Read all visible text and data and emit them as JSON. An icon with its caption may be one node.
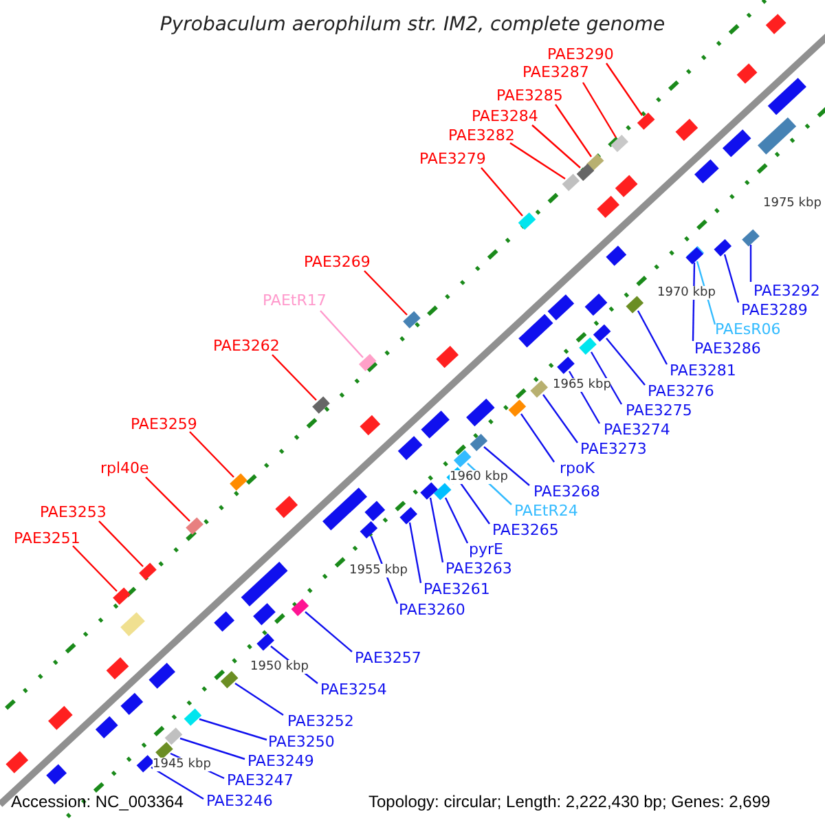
{
  "diagram": {
    "title": "Pyrobaculum aerophilum str. IM2, complete genome",
    "nodes": [
      {
        "text": [
          "PAE3290"
        ]
      },
      {
        "text": [],
        "shape": "box"
      },
      {
        "text": [
          "PAE3287"
        ]
      },
      {
        "text": [],
        "shape": "box"
      },
      {
        "text": [
          "PAE3285"
        ]
      },
      {
        "text": [],
        "shape": "box"
      },
      {
        "text": [
          "PAE3284"
        ]
      },
      {
        "text": [],
        "shape": "box"
      },
      {
        "text": [
          "PAE3282"
        ]
      },
      {
        "text": [],
        "shape": "box"
      },
      {
        "text": [
          "PAE3279"
        ]
      },
      {
        "text": [],
        "shape": "box"
      },
      {
        "text": [
          "PAE3269"
        ]
      },
      {
        "text": [],
        "shape": "box"
      },
      {
        "text": [
          "PAEtR17"
        ]
      },
      {
        "text": [],
        "shape": "box"
      },
      {
        "text": [
          "PAE3262"
        ]
      },
      {
        "text": [],
        "shape": "box"
      },
      {
        "text": [
          "PAE3259"
        ]
      },
      {
        "text": [],
        "shape": "box"
      },
      {
        "text": [
          "rpl40e"
        ]
      },
      {
        "text": [],
        "shape": "box"
      },
      {
        "text": [
          "PAE3253"
        ]
      },
      {
        "text": [],
        "shape": "box"
      },
      {
        "text": [
          "PAE3251"
        ]
      },
      {
        "text": [],
        "shape": "box"
      },
      {
        "text": [
          "PAE3292"
        ]
      },
      {
        "text": [],
        "shape": "box"
      },
      {
        "text": [
          "PAE3289"
        ]
      },
      {
        "text": [],
        "shape": "box"
      },
      {
        "text": [
          "PAEsR06"
        ]
      },
      {
        "text": [],
        "shape": "box"
      },
      {
        "text": [
          "PAE3286"
        ]
      },
      {
        "text": [],
        "shape": "box"
      },
      {
        "text": [
          "PAE3281"
        ]
      },
      {
        "text": [],
        "shape": "box"
      },
      {
        "text": [
          "PAE3276"
        ]
      },
      {
        "text": [],
        "shape": "box"
      },
      {
        "text": [
          "PAE3275"
        ]
      },
      {
        "text": [],
        "shape": "box"
      },
      {
        "text": [
          "PAE3274"
        ]
      },
      {
        "text": [],
        "shape": "box"
      },
      {
        "text": [
          "PAE3273"
        ]
      },
      {
        "text": [],
        "shape": "box"
      },
      {
        "text": [
          "rpoK"
        ]
      },
      {
        "text": [],
        "shape": "box"
      },
      {
        "text": [
          "PAE3268"
        ]
      },
      {
        "text": [],
        "shape": "box"
      },
      {
        "text": [
          "PAEtR24"
        ]
      },
      {
        "text": [],
        "shape": "box"
      },
      {
        "text": [
          "PAE3265"
        ]
      },
      {
        "text": [],
        "shape": "box"
      },
      {
        "text": [
          "pyrE"
        ]
      },
      {
        "text": [],
        "shape": "box"
      },
      {
        "text": [
          "PAE3263"
        ]
      },
      {
        "text": [],
        "shape": "box"
      },
      {
        "text": [
          "PAE3261"
        ]
      },
      {
        "text": [],
        "shape": "box"
      },
      {
        "text": [
          "PAE3260"
        ]
      },
      {
        "text": [],
        "shape": "box"
      },
      {
        "text": [
          "PAE3257"
        ]
      },
      {
        "text": [],
        "shape": "box"
      },
      {
        "text": [
          "PAE3254"
        ]
      },
      {
        "text": [],
        "shape": "box"
      },
      {
        "text": [
          "PAE3252"
        ]
      },
      {
        "text": [],
        "shape": "box"
      },
      {
        "text": [
          "PAE3250"
        ]
      },
      {
        "text": [],
        "shape": "box"
      },
      {
        "text": [
          "PAE3249"
        ]
      },
      {
        "text": [],
        "shape": "box"
      },
      {
        "text": [
          "PAE3247"
        ]
      },
      {
        "text": [],
        "shape": "box"
      },
      {
        "text": [
          "PAE3246"
        ]
      },
      {
        "text": [],
        "shape": "box"
      },
      {
        "text": [],
        "shape": "box"
      },
      {
        "text": [],
        "shape": "box"
      },
      {
        "text": [],
        "shape": "box"
      },
      {
        "text": [],
        "shape": "box"
      },
      {
        "text": [],
        "shape": "box"
      },
      {
        "text": [],
        "shape": "box"
      },
      {
        "text": [],
        "shape": "box"
      },
      {
        "text": [],
        "shape": "box"
      },
      {
        "text": [],
        "shape": "box"
      },
      {
        "text": [],
        "shape": "box"
      },
      {
        "text": [],
        "shape": "box"
      },
      {
        "text": [],
        "shape": "box"
      },
      {
        "text": [],
        "shape": "box"
      },
      {
        "text": [],
        "shape": "box"
      },
      {
        "text": [],
        "shape": "box"
      },
      {
        "text": [],
        "shape": "box"
      },
      {
        "text": [],
        "shape": "box"
      },
      {
        "text": [],
        "shape": "box"
      },
      {
        "text": [],
        "shape": "box"
      },
      {
        "text": [],
        "shape": "box"
      },
      {
        "text": [],
        "shape": "box"
      },
      {
        "text": [],
        "shape": "box"
      },
      {
        "text": [],
        "shape": "box"
      },
      {
        "text": [],
        "shape": "box"
      },
      {
        "text": [],
        "shape": "box"
      },
      {
        "text": [],
        "shape": "box"
      },
      {
        "text": [],
        "shape": "box"
      },
      {
        "text": [],
        "shape": "box"
      },
      {
        "text": [],
        "shape": "box"
      },
      {
        "text": [],
        "shape": "box"
      },
      {
        "text": [],
        "shape": "box"
      },
      {
        "text": [],
        "shape": "box"
      }
    ],
    "edges": [
      {
        "from": 0,
        "to": 1,
        "arrow": "none",
        "color": "#ff0000"
      },
      {
        "from": 2,
        "to": 3,
        "arrow": "none",
        "color": "#ff0000"
      },
      {
        "from": 4,
        "to": 5,
        "arrow": "none",
        "color": "#ff0000"
      },
      {
        "from": 6,
        "to": 7,
        "arrow": "none",
        "color": "#ff0000"
      },
      {
        "from": 8,
        "to": 9,
        "arrow": "none",
        "color": "#ff0000"
      },
      {
        "from": 10,
        "to": 11,
        "arrow": "none",
        "color": "#ff0000"
      },
      {
        "from": 12,
        "to": 13,
        "arrow": "none",
        "color": "#ff0000"
      },
      {
        "from": 14,
        "to": 15,
        "arrow": "none",
        "color": "#ff99cc"
      },
      {
        "from": 16,
        "to": 17,
        "arrow": "none",
        "color": "#ff0000"
      },
      {
        "from": 18,
        "to": 19,
        "arrow": "none",
        "color": "#ff0000"
      },
      {
        "from": 20,
        "to": 21,
        "arrow": "none",
        "color": "#ff0000"
      },
      {
        "from": 22,
        "to": 23,
        "arrow": "none",
        "color": "#ff0000"
      },
      {
        "from": 24,
        "to": 25,
        "arrow": "none",
        "color": "#ff0000"
      },
      {
        "from": 26,
        "to": 27,
        "arrow": "none"
      },
      {
        "from": 28,
        "to": 29,
        "arrow": "none"
      },
      {
        "from": 30,
        "to": 31,
        "arrow": "none",
        "color": "#33bbff"
      },
      {
        "from": 32,
        "to": 33,
        "arrow": "none"
      },
      {
        "from": 34,
        "to": 35,
        "arrow": "none"
      },
      {
        "from": 36,
        "to": 37,
        "arrow": "none"
      },
      {
        "from": 38,
        "to": 39,
        "arrow": "none"
      },
      {
        "from": 40,
        "to": 41,
        "arrow": "none"
      },
      {
        "from": 42,
        "to": 43,
        "arrow": "none"
      },
      {
        "from": 44,
        "to": 45,
        "arrow": "none"
      },
      {
        "from": 46,
        "to": 47,
        "arrow": "none"
      },
      {
        "from": 48,
        "to": 49,
        "arrow": "none",
        "color": "#33bbff"
      },
      {
        "from": 50,
        "to": 51,
        "arrow": "none"
      },
      {
        "from": 52,
        "to": 53,
        "arrow": "none"
      },
      {
        "from": 54,
        "to": 55,
        "arrow": "none"
      },
      {
        "from": 56,
        "to": 57,
        "arrow": "none"
      },
      {
        "from": 58,
        "to": 59,
        "arrow": "none"
      },
      {
        "from": 60,
        "to": 61,
        "arrow": "none"
      },
      {
        "from": 62,
        "to": 63,
        "arrow": "none"
      },
      {
        "from": 64,
        "to": 65,
        "arrow": "none"
      },
      {
        "from": 66,
        "to": 67,
        "arrow": "none"
      },
      {
        "from": 68,
        "to": 69,
        "arrow": "none"
      },
      {
        "from": 70,
        "to": 71,
        "arrow": "none"
      },
      {
        "from": 72,
        "to": 73,
        "arrow": "none"
      }
    ],
    "labels": [
      "1975 kbp",
      "1970 kbp",
      "1965 kbp",
      "1960 kbp",
      "1955 kbp",
      "1950 kbp",
      "1945 kbp",
      "Accession: NC_003364",
      "Topology: circular; Length: 2,222,430 bp; Genes: 2,699"
    ]
  }
}
